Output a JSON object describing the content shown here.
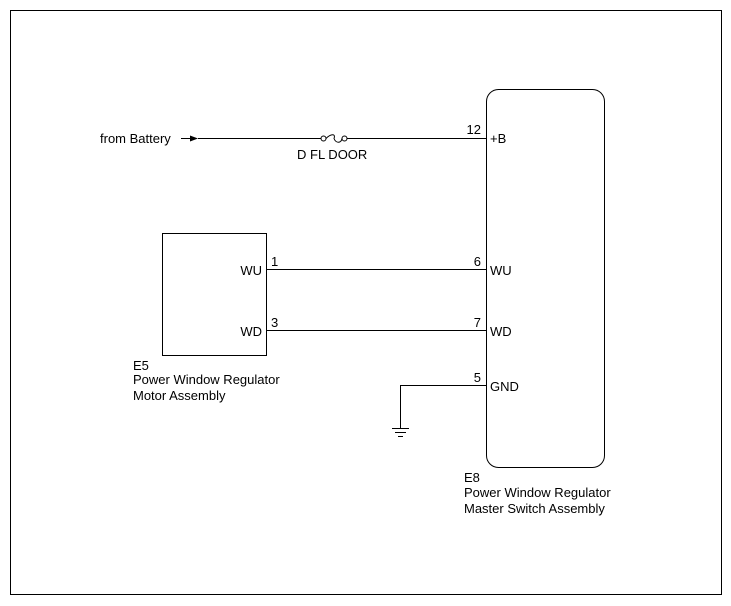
{
  "source": {
    "label": "from Battery"
  },
  "fuse": {
    "label": "D FL DOOR"
  },
  "motor": {
    "code": "E5",
    "name_line1": "Power Window Regulator",
    "name_line2": "Motor Assembly",
    "pins": [
      {
        "number": "1",
        "label": "WU"
      },
      {
        "number": "3",
        "label": "WD"
      }
    ]
  },
  "master_switch": {
    "code": "E8",
    "name_line1": "Power Window Regulator",
    "name_line2": "Master Switch Assembly",
    "pins": [
      {
        "number": "12",
        "label": "+B"
      },
      {
        "number": "6",
        "label": "WU"
      },
      {
        "number": "7",
        "label": "WD"
      },
      {
        "number": "5",
        "label": "GND"
      }
    ]
  }
}
